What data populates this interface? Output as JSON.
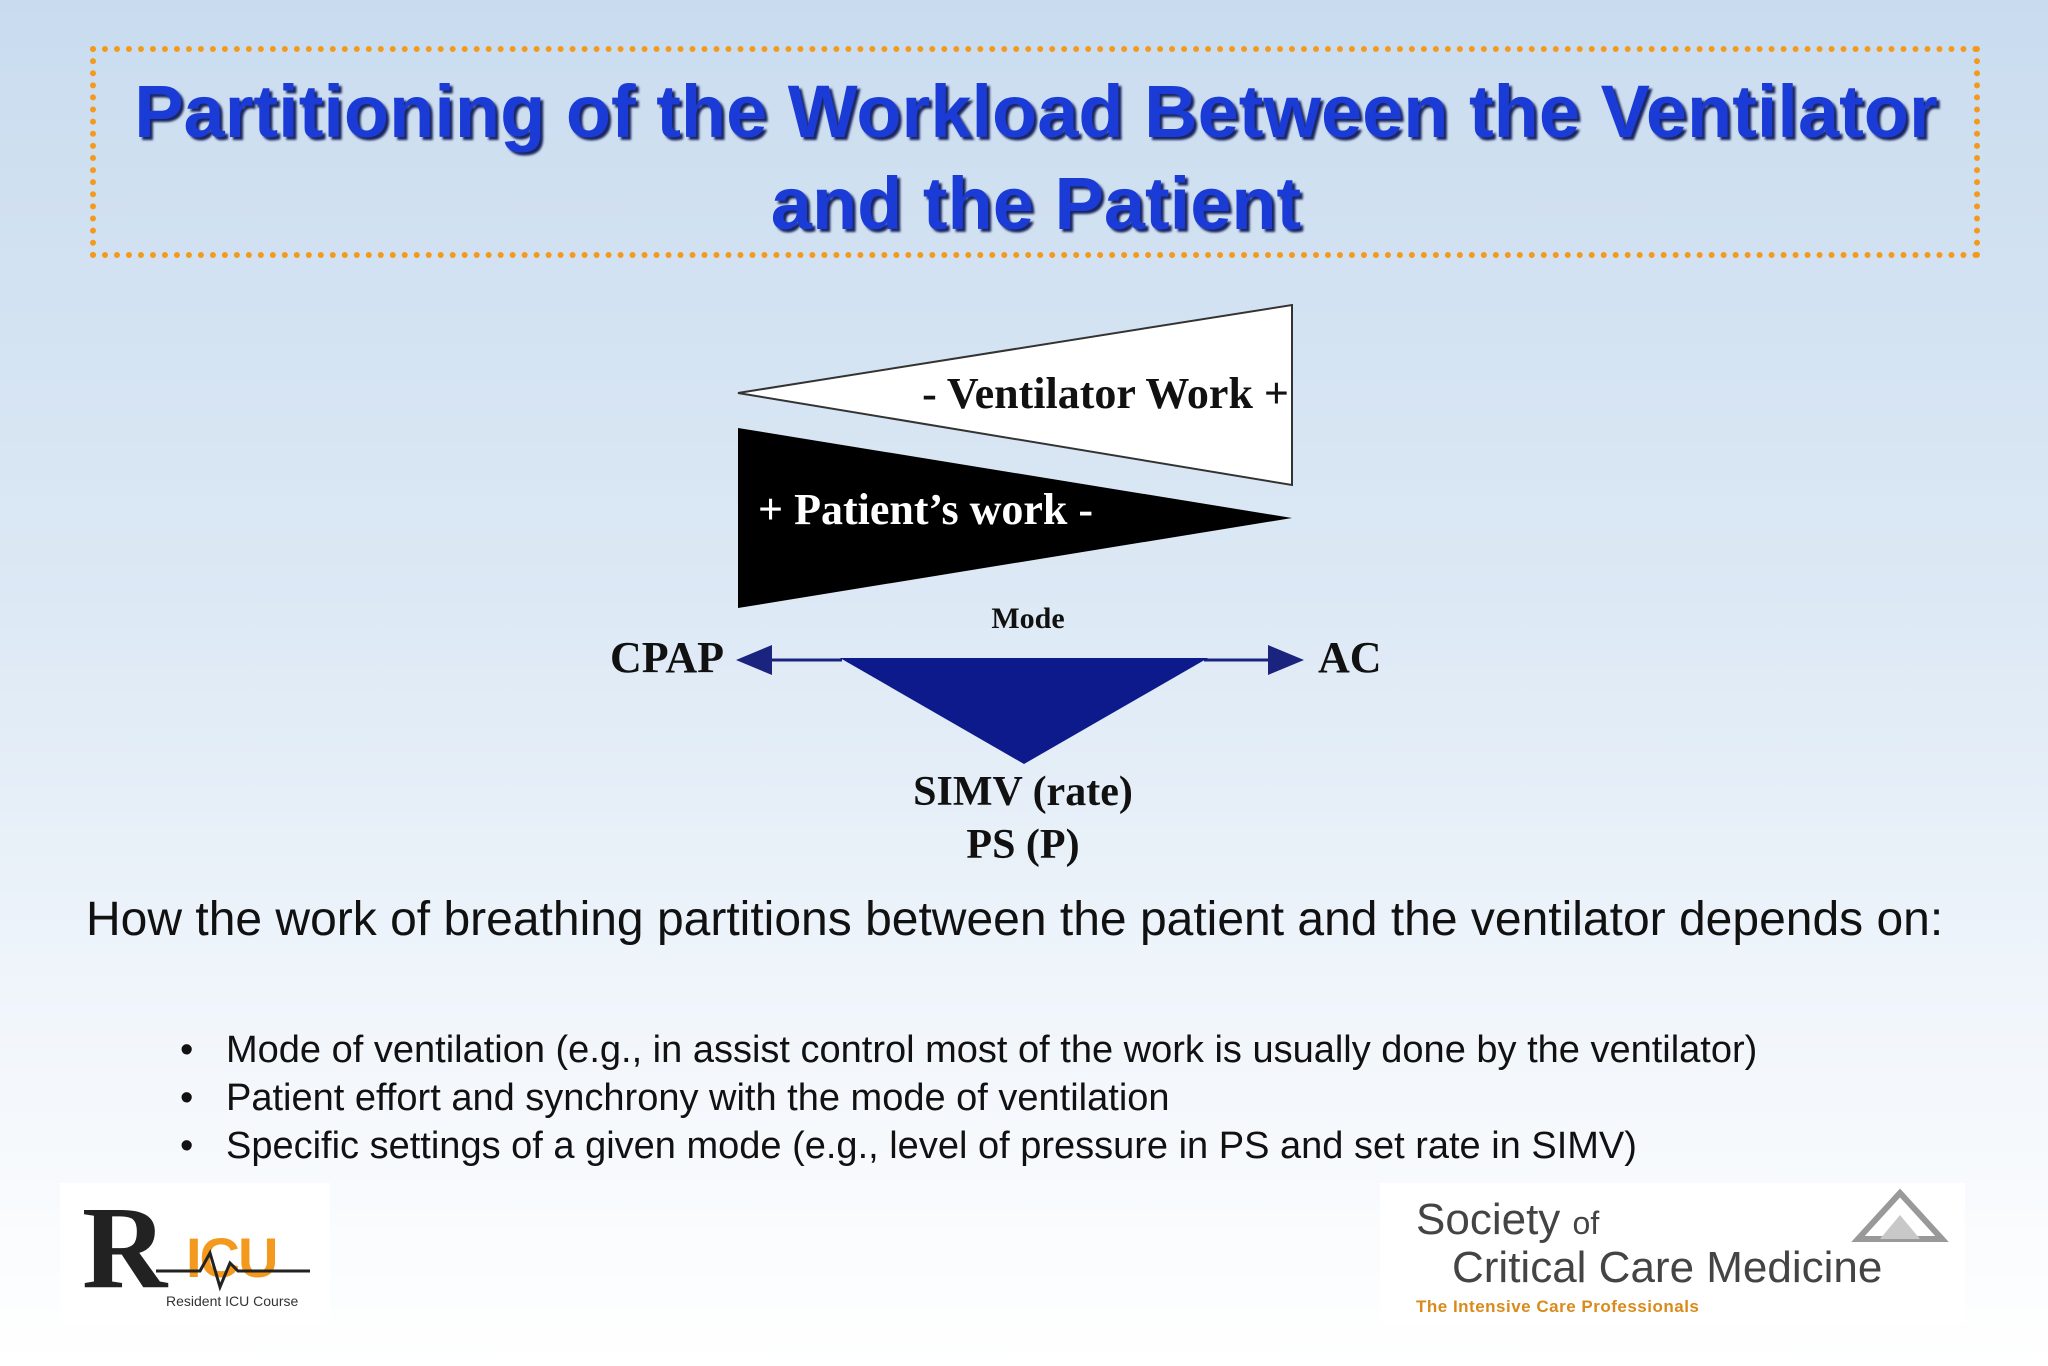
{
  "title": {
    "line1": "Partitioning of the Workload Between the Ventilator",
    "line2": "and the Patient"
  },
  "diagram": {
    "ventilator_label": "- Ventilator Work +",
    "patient_label": "+ Patient’s work -",
    "mode_label": "Mode",
    "left_label": "CPAP",
    "right_label": "AC",
    "bottom_line1": "SIMV (rate)",
    "bottom_line2": "PS (P)",
    "colors": {
      "wedge_dark": "#000000",
      "wedge_light": "#ffffff",
      "triangle": "#0d1a8c",
      "arrow": "#1a237e"
    }
  },
  "body": {
    "intro": "How the work of breathing  partitions between the patient and the ventilator depends on:",
    "bullets": [
      "Mode of ventilation (e.g., in assist control most of the work is usually done by the ventilator)",
      "Patient effort and synchrony with the mode of ventilation",
      "Specific settings of a given mode (e.g., level of pressure in PS and set rate in SIMV)"
    ]
  },
  "footer": {
    "ricu_logo": "RICU",
    "ricu_subtitle": "Resident ICU Course",
    "sccm_society": "Society",
    "sccm_of": "of",
    "sccm_name": "Critical Care Medicine",
    "sccm_tagline": "The Intensive Care Professionals"
  }
}
